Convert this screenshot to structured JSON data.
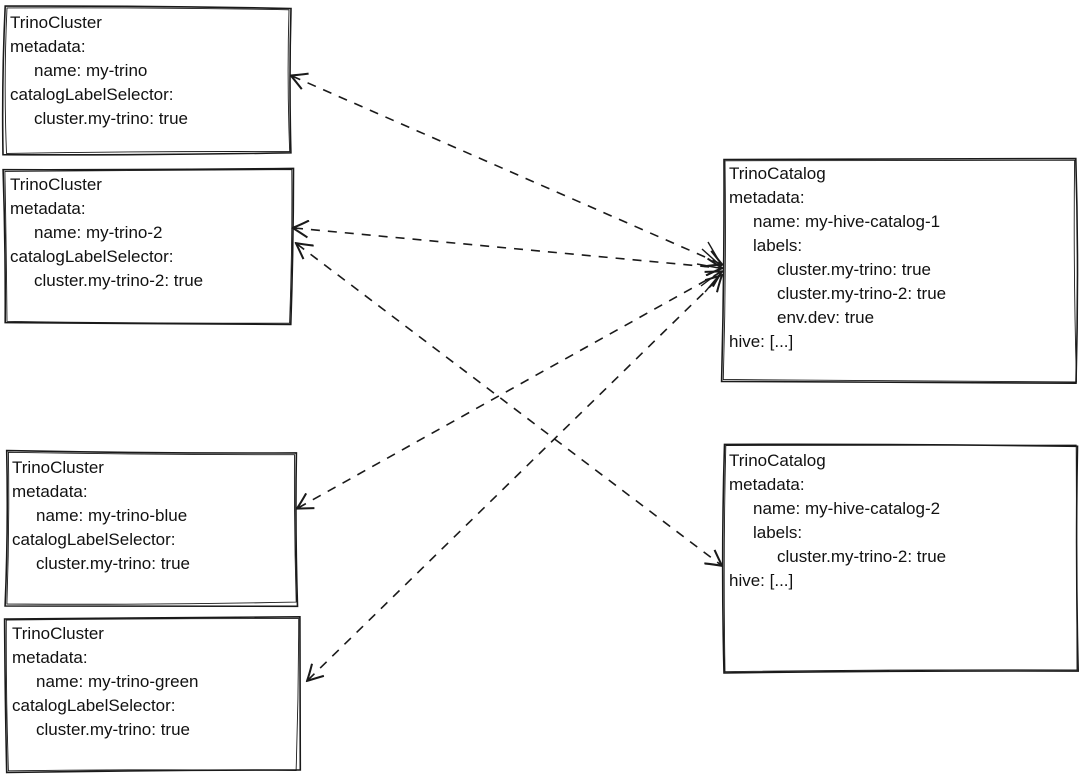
{
  "diagram": {
    "title": "TrinoCluster / TrinoCatalog label selector matching",
    "background": "#ffffff",
    "stroke_color": "#1a1a1a",
    "text_color": "#111111",
    "line_style": "dashed"
  },
  "boxes": [
    {
      "id": "trinocluster-my-trino",
      "kind": "TrinoCluster",
      "lines": [
        {
          "text": "TrinoCluster",
          "indent": 0
        },
        {
          "text": "metadata:",
          "indent": 0
        },
        {
          "text": "name: my-trino",
          "indent": 1
        },
        {
          "text": "catalogLabelSelector:",
          "indent": 0
        },
        {
          "text": "cluster.my-trino: true",
          "indent": 1
        }
      ]
    },
    {
      "id": "trinocluster-my-trino-2",
      "kind": "TrinoCluster",
      "lines": [
        {
          "text": "TrinoCluster",
          "indent": 0
        },
        {
          "text": "metadata:",
          "indent": 0
        },
        {
          "text": "name: my-trino-2",
          "indent": 1
        },
        {
          "text": "catalogLabelSelector:",
          "indent": 0
        },
        {
          "text": "cluster.my-trino-2: true",
          "indent": 1
        }
      ]
    },
    {
      "id": "trinocluster-my-trino-blue",
      "kind": "TrinoCluster",
      "lines": [
        {
          "text": "TrinoCluster",
          "indent": 0
        },
        {
          "text": "metadata:",
          "indent": 0
        },
        {
          "text": "name: my-trino-blue",
          "indent": 1
        },
        {
          "text": "catalogLabelSelector:",
          "indent": 0
        },
        {
          "text": "cluster.my-trino: true",
          "indent": 1
        }
      ]
    },
    {
      "id": "trinocluster-my-trino-green",
      "kind": "TrinoCluster",
      "lines": [
        {
          "text": "TrinoCluster",
          "indent": 0
        },
        {
          "text": "metadata:",
          "indent": 0
        },
        {
          "text": "name: my-trino-green",
          "indent": 1
        },
        {
          "text": "catalogLabelSelector:",
          "indent": 0
        },
        {
          "text": "cluster.my-trino: true",
          "indent": 1
        }
      ]
    },
    {
      "id": "trinocatalog-my-hive-catalog-1",
      "kind": "TrinoCatalog",
      "lines": [
        {
          "text": "TrinoCatalog",
          "indent": 0
        },
        {
          "text": "metadata:",
          "indent": 0
        },
        {
          "text": "name: my-hive-catalog-1",
          "indent": 1
        },
        {
          "text": "labels:",
          "indent": 1
        },
        {
          "text": "cluster.my-trino: true",
          "indent": 2
        },
        {
          "text": "cluster.my-trino-2: true",
          "indent": 2
        },
        {
          "text": "env.dev: true",
          "indent": 2
        },
        {
          "text": "hive: [...]",
          "indent": 0
        }
      ]
    },
    {
      "id": "trinocatalog-my-hive-catalog-2",
      "kind": "TrinoCatalog",
      "lines": [
        {
          "text": "TrinoCatalog",
          "indent": 0
        },
        {
          "text": "metadata:",
          "indent": 0
        },
        {
          "text": "name: my-hive-catalog-2",
          "indent": 1
        },
        {
          "text": "labels:",
          "indent": 1
        },
        {
          "text": "cluster.my-trino-2: true",
          "indent": 2
        },
        {
          "text": "hive: [...]",
          "indent": 0
        }
      ]
    }
  ],
  "connections": [
    {
      "from": "trinocatalog-my-hive-catalog-1",
      "to": "trinocluster-my-trino",
      "style": "dashed",
      "bidirectional": true
    },
    {
      "from": "trinocatalog-my-hive-catalog-1",
      "to": "trinocluster-my-trino-2",
      "style": "dashed",
      "bidirectional": true
    },
    {
      "from": "trinocatalog-my-hive-catalog-1",
      "to": "trinocluster-my-trino-blue",
      "style": "dashed",
      "bidirectional": true
    },
    {
      "from": "trinocatalog-my-hive-catalog-1",
      "to": "trinocluster-my-trino-green",
      "style": "dashed",
      "bidirectional": true
    },
    {
      "from": "trinocatalog-my-hive-catalog-2",
      "to": "trinocluster-my-trino-2",
      "style": "dashed",
      "bidirectional": true
    }
  ]
}
